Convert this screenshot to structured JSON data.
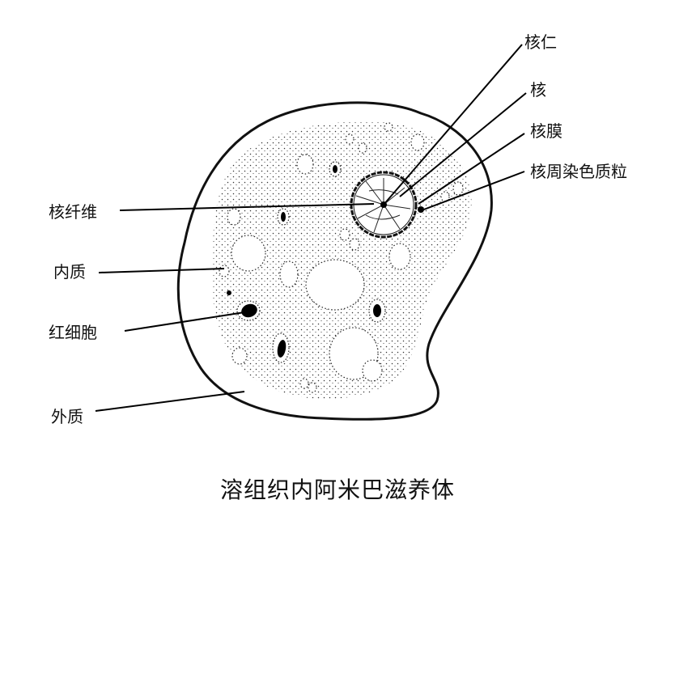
{
  "labels": {
    "nucleolus": "核仁",
    "nucleus": "核",
    "nuclear_membrane": "核膜",
    "perinuclear_chromatin": "核周染色质粒",
    "nuclear_fiber": "核纤维",
    "endoplasm": "内质",
    "red_blood_cell": "红细胞",
    "ectoplasm": "外质"
  },
  "caption": "溶组织内阿米巴滋养体"
}
